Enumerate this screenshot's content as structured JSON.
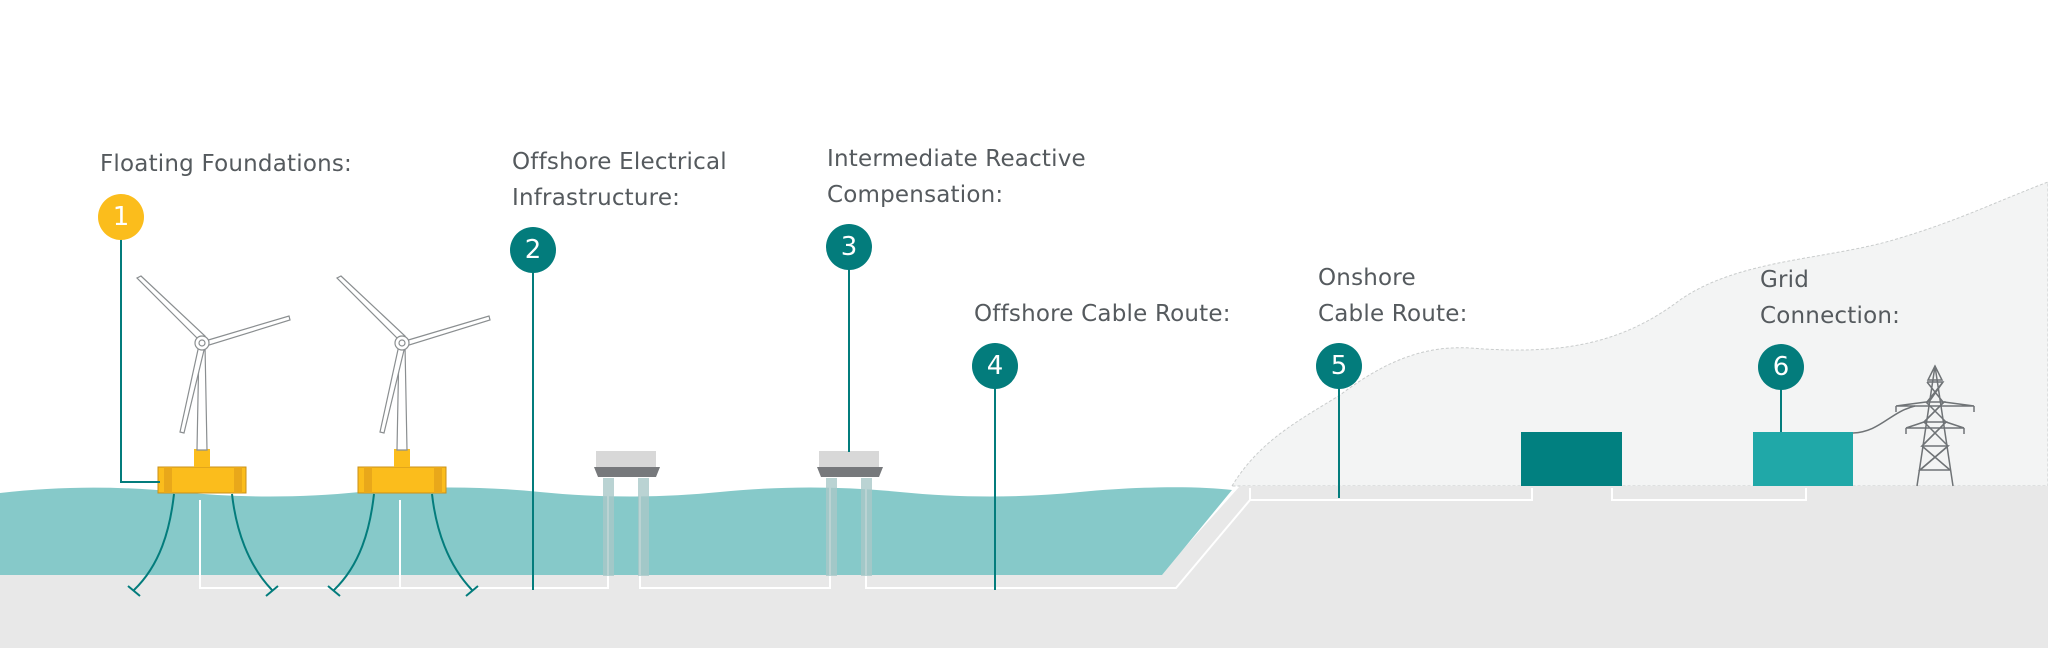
{
  "colors": {
    "teal": "#037c7c",
    "yellow": "#fbbd1c",
    "water": "#86c9c9",
    "seabed": "#e8e8e8",
    "land": "#f3f4f4",
    "substation_onshore": "#018080",
    "grid_substation": "#20a8a8"
  },
  "steps": [
    {
      "number": "1",
      "lines": [
        "Floating Foundations:"
      ],
      "badge_color": "#fbbd1c"
    },
    {
      "number": "2",
      "lines": [
        "Offshore Electrical",
        "Infrastructure:"
      ],
      "badge_color": "#037c7c"
    },
    {
      "number": "3",
      "lines": [
        "Intermediate Reactive",
        "Compensation:"
      ],
      "badge_color": "#037c7c"
    },
    {
      "number": "4",
      "lines": [
        "Offshore Cable Route:"
      ],
      "badge_color": "#037c7c"
    },
    {
      "number": "5",
      "lines": [
        "Onshore",
        "Cable Route:"
      ],
      "badge_color": "#037c7c"
    },
    {
      "number": "6",
      "lines": [
        "Grid",
        "Connection:"
      ],
      "badge_color": "#037c7c"
    }
  ],
  "icons": [
    "wind-turbine-icon",
    "floating-platform-icon",
    "offshore-substation-icon",
    "onshore-substation-icon",
    "transmission-tower-icon"
  ]
}
